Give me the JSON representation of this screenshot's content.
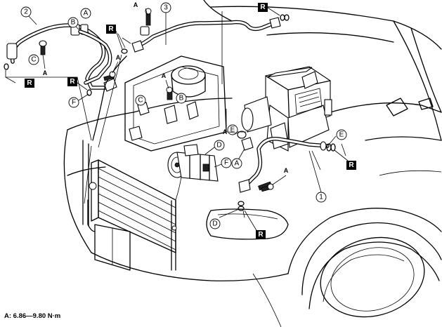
{
  "labels": {
    "part_1": "1",
    "part_2": "2",
    "part_3": "3",
    "A": "A",
    "B": "B",
    "C": "C",
    "D": "D",
    "E": "E",
    "F": "F",
    "R": "R"
  },
  "torque_note": "A: 6.86—9.80 N·m"
}
